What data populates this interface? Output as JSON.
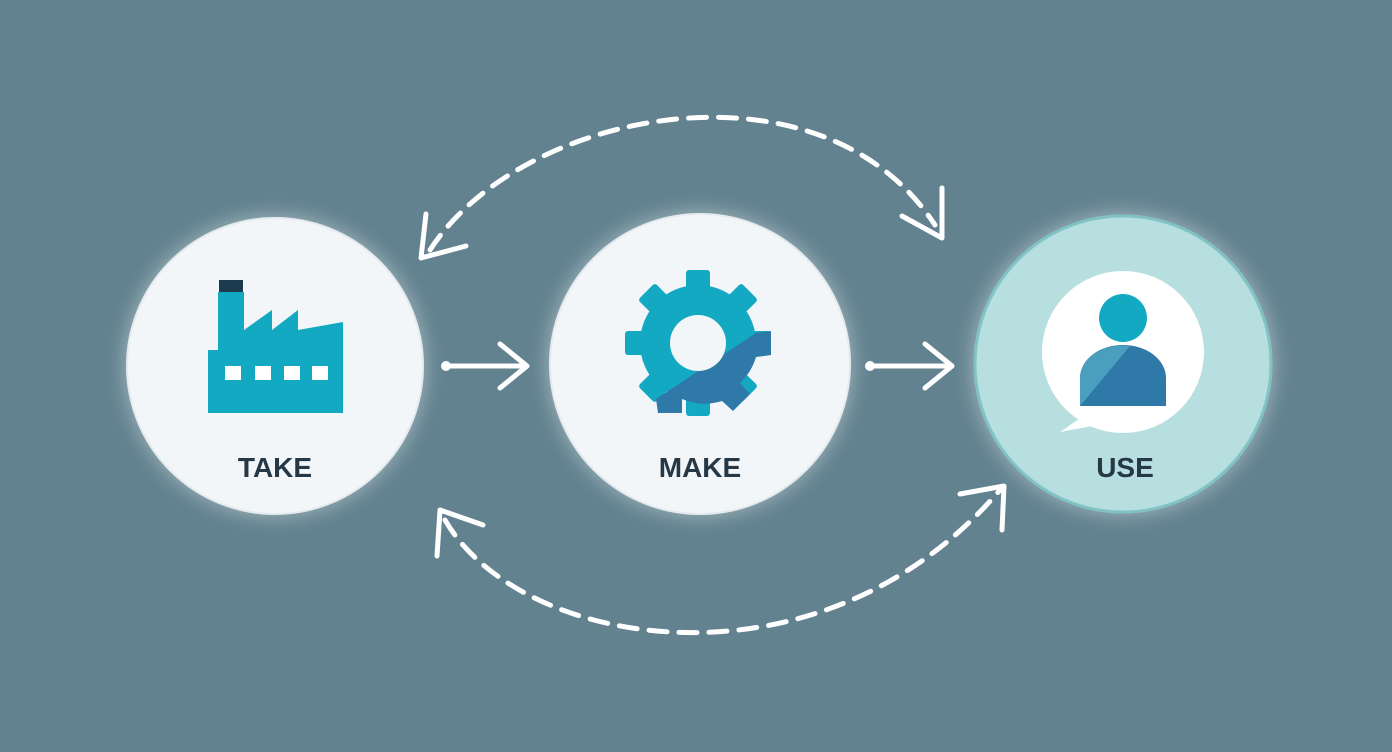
{
  "diagram": {
    "nodes": [
      {
        "id": "take",
        "label": "TAKE",
        "icon": "factory-icon"
      },
      {
        "id": "make",
        "label": "MAKE",
        "icon": "gear-icon"
      },
      {
        "id": "use",
        "label": "USE",
        "icon": "user-chat-icon"
      }
    ],
    "edges": [
      {
        "from": "take",
        "to": "make",
        "style": "solid-arrow"
      },
      {
        "from": "make",
        "to": "use",
        "style": "solid-arrow"
      },
      {
        "from": "take",
        "to": "use",
        "style": "dashed-bidirectional-arc-top"
      },
      {
        "from": "use",
        "to": "take",
        "style": "dashed-bidirectional-arc-bottom"
      }
    ],
    "colors": {
      "background": "#62828f",
      "node_fill": "#f3f6f8",
      "use_node_fill": "#b7dfe0",
      "use_node_border": "#7fc3c4",
      "label_text": "#263746",
      "icon_teal": "#14a9c3",
      "icon_blue": "#2f79a8",
      "icon_dark": "#1c3b4e",
      "connector": "#ffffff"
    }
  }
}
